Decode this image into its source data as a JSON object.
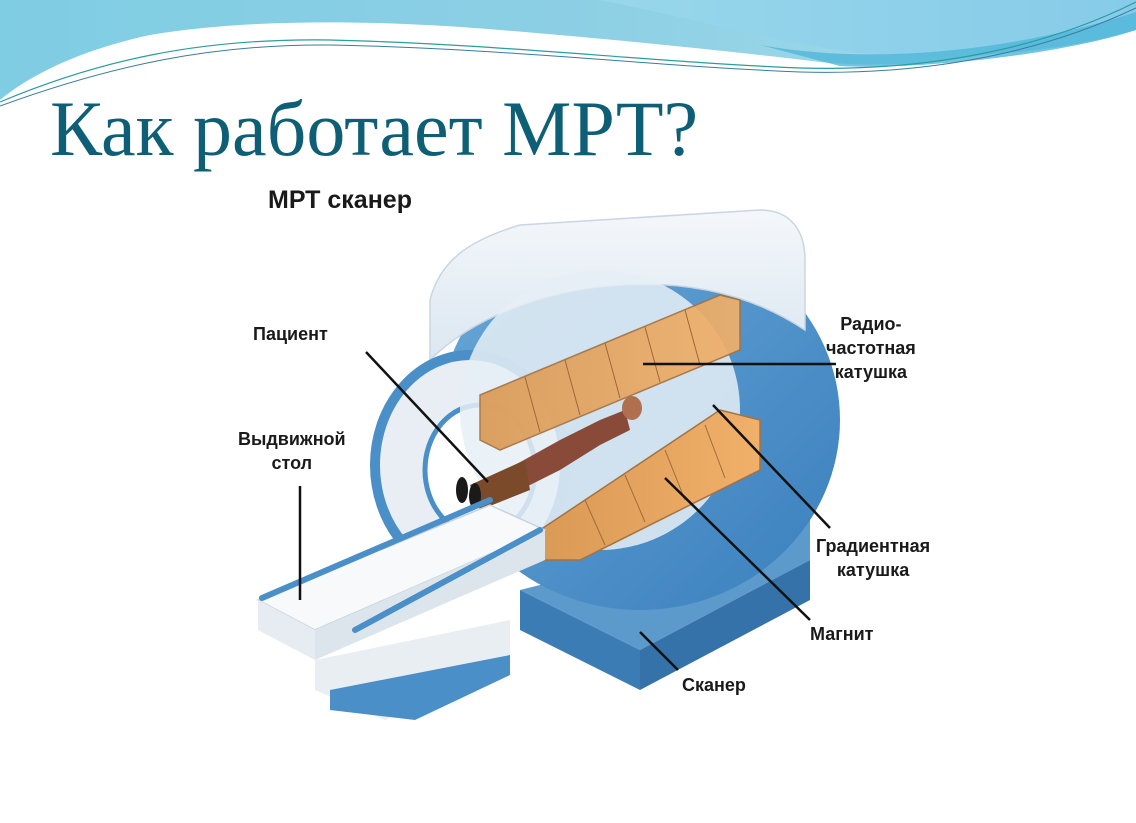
{
  "slide": {
    "title": "Как работает МРТ?",
    "colors": {
      "title": "#0e5f75",
      "wave_light": "#a8dcec",
      "wave_mid": "#7fcde3",
      "wave_deep": "#4fb6d8",
      "scanner_blue": "#4a8fc7",
      "coil_orange": "#e8a25a"
    }
  },
  "diagram": {
    "title": "МРТ сканер",
    "labels": {
      "patient": "Пациент",
      "table_line1": "Выдвижной",
      "table_line2": "стол",
      "rf_coil_line1": "Радио-",
      "rf_coil_line2": "частотная",
      "rf_coil_line3": "катушка",
      "gradient_coil_line1": "Градиентная",
      "gradient_coil_line2": "катушка",
      "magnet": "Магнит",
      "scanner": "Сканер"
    }
  }
}
